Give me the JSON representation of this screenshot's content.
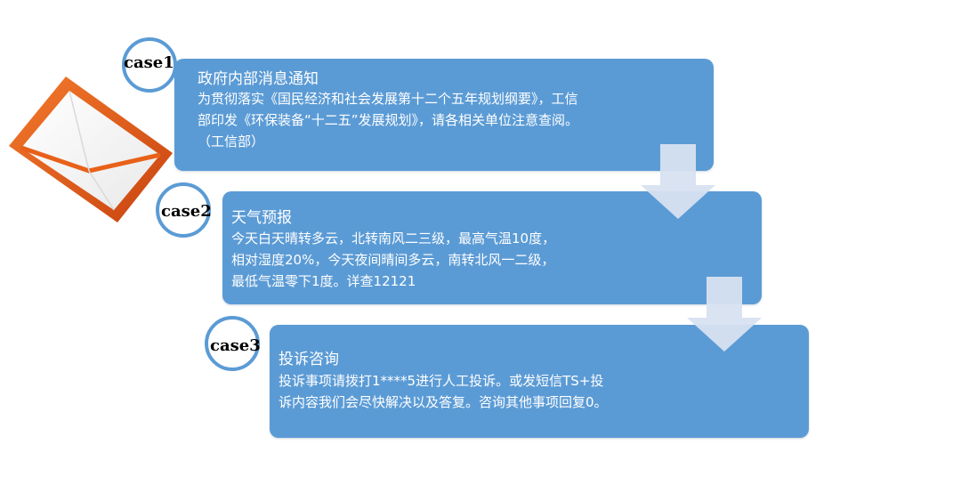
{
  "colors": {
    "card_fill": "#5b9bd5",
    "arrow_fill": "#d8e2f1",
    "badge_ring": "#5b9bd5",
    "envelope_orange": "#e8611a"
  },
  "icons": {
    "envelope": "mail-envelope-icon",
    "arrow": "down-arrow-icon"
  },
  "cases": [
    {
      "badge": "case1",
      "title": "政府内部消息通知",
      "lines": [
        "为贯彻落实《国民经济和社会发展第十二个五年规划纲要》，工信",
        "部印发《环保装备“十二五”发展规划》，请各相关单位注意查阅。",
        "（工信部）"
      ]
    },
    {
      "badge": "case2",
      "title": "天气预报",
      "lines": [
        "今天白天晴转多云，北转南风二三级，最高气温10度，",
        "相对湿度20%，今天夜间晴间多云，南转北风一二级，",
        "最低气温零下1度。详查12121"
      ]
    },
    {
      "badge": "case3",
      "title": "投诉咨询",
      "lines": [
        "投诉事项请拨打1****5进行人工投诉。或发短信TS+投",
        "诉内容我们会尽快解决以及答复。咨询其他事项回复0。"
      ]
    }
  ]
}
